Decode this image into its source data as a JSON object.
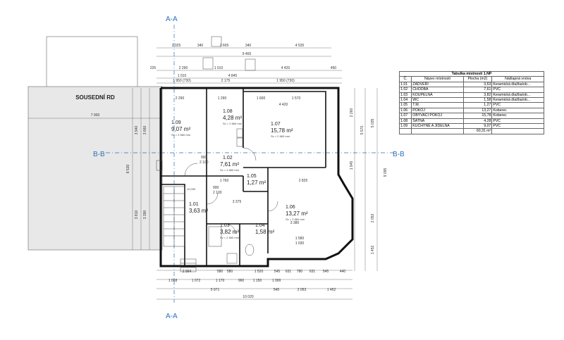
{
  "neighbor_label": "SOUSEDNÍ RD",
  "section_labels": {
    "aa_top": "A-A",
    "aa_bottom": "A-A",
    "bb_left": "B-B",
    "bb_right": "B-B"
  },
  "dims": {
    "top1": [
      "2 325",
      "340",
      "2 605",
      "340",
      "4 535"
    ],
    "top_total": "9 465",
    "top2": [
      "225",
      "2 290",
      "1 010",
      "4 420",
      "450"
    ],
    "top3": [
      "1 010",
      "4 845",
      "1 950 (730)",
      "2 175",
      "1 950 (730)"
    ],
    "inner_top": [
      "2 290",
      "1 290",
      "1 600",
      "1 570",
      "4 420"
    ],
    "neighbor_width": "7 000",
    "left_vert": [
      "3 940",
      "3 660",
      "8 530",
      "3 810",
      "3 390"
    ],
    "right_vert": [
      "2 260",
      "5 570",
      "5 035",
      "1 945",
      "9 095",
      "2 053",
      "1 452"
    ],
    "bottom1": [
      "2 994",
      "580",
      "580",
      "1 520",
      "545",
      "631",
      "780",
      "631",
      "545",
      "440"
    ],
    "bottom2": [
      "1 068",
      "1 072",
      "1 170",
      "960",
      "1 150",
      "1 099"
    ],
    "bottom3": [
      "5 971",
      "545",
      "2 053",
      "1 452"
    ],
    "bottom_total": "10 020",
    "misc": [
      "900",
      "2 100",
      "1 760",
      "3 375",
      "2 825",
      "3 380",
      "1 580",
      "1 030",
      "900",
      "2 100"
    ]
  },
  "rooms": [
    {
      "id": "1.01",
      "area": "3,63 m²"
    },
    {
      "id": "1.02",
      "area": "7,61 m²"
    },
    {
      "id": "1.03",
      "area": "3,82 m²"
    },
    {
      "id": "1.04",
      "area": "1,58 m²"
    },
    {
      "id": "1.05",
      "area": "1,27 m²"
    },
    {
      "id": "1.06",
      "area": "13,27 m²"
    },
    {
      "id": "1.07",
      "area": "15,78 m²"
    },
    {
      "id": "1.08",
      "area": "4,28 m²"
    },
    {
      "id": "1.09",
      "area": "9,07 m²"
    }
  ],
  "height_note": "Sv = 2 660 mm",
  "stair_level": "±0,000",
  "table": {
    "title": "Tabulka místností 1.NP",
    "headers": [
      "Č.",
      "Název místnosti",
      "Plocha (m2)",
      "Nášlapná vrstva"
    ],
    "rows": [
      [
        "1.01",
        "ZÁDVEŘÍ",
        "3,63",
        "Keramická dlažba/ob..."
      ],
      [
        "1.02",
        "CHODBA",
        "7,61",
        "PVC"
      ],
      [
        "1.03",
        "KOUPELNA",
        "3,82",
        "Keramická dlažba/ob..."
      ],
      [
        "1.04",
        "WC",
        "1,58",
        "Keramická dlažba/ob..."
      ],
      [
        "1.05",
        "T.M.",
        "1,27",
        "PVC"
      ],
      [
        "1.06",
        "POKOJ",
        "13,27",
        "Koberec"
      ],
      [
        "1.07",
        "OBÝVACÍ POKOJ",
        "15,78",
        "Koberec"
      ],
      [
        "1.08",
        "ŠATNA",
        "4,28",
        "PVC"
      ],
      [
        "1.09",
        "KUCHYNĚ A JÍDELNA",
        "9,07",
        "PVC"
      ]
    ],
    "total": "60,31 m²"
  }
}
